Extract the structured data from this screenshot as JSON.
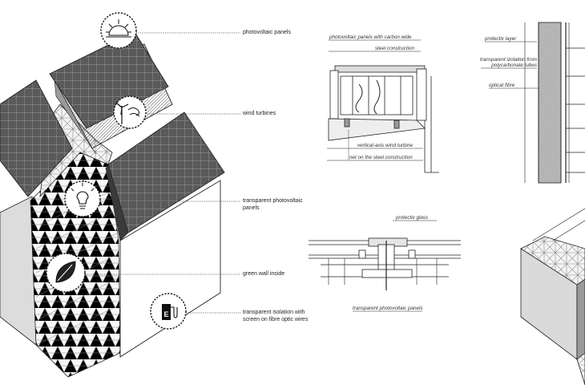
{
  "building_labels": {
    "pv_panels": "photovoltaic panels",
    "wind_turbines": "wind turbines",
    "transparent_pv": [
      "transparent photovoltaic",
      "panels"
    ],
    "green_wall": "green wall inside",
    "transparent_isolation": [
      "transparent isolation with",
      "screen on fibre optic wires"
    ]
  },
  "detail_turbine": {
    "pv_carbon": "photovoltaic panels with carbon wide",
    "steel": "steel construction",
    "vertical_axis": "vertical-axis wind turbine",
    "net": "net on the steel construction"
  },
  "detail_wall": {
    "protect_layer": "protectiv layer",
    "isolation": [
      "transparent izolation from",
      "polycarbonate tubes"
    ],
    "optical_fibre": "optical fibre"
  },
  "detail_glass": {
    "protect_glass": "protectiv glass",
    "transparent_pv": "transparent photovoltaic panels"
  },
  "icons": [
    "sun-icon",
    "wind-turbine-icon",
    "light-bulb-icon",
    "leaf-icon",
    "charging-station-icon"
  ],
  "icon_glyph": "E",
  "colors": {
    "panel_dark": "#575757",
    "grid_line": "#8d8d8d",
    "line": "#222222",
    "leader": "#333333"
  }
}
